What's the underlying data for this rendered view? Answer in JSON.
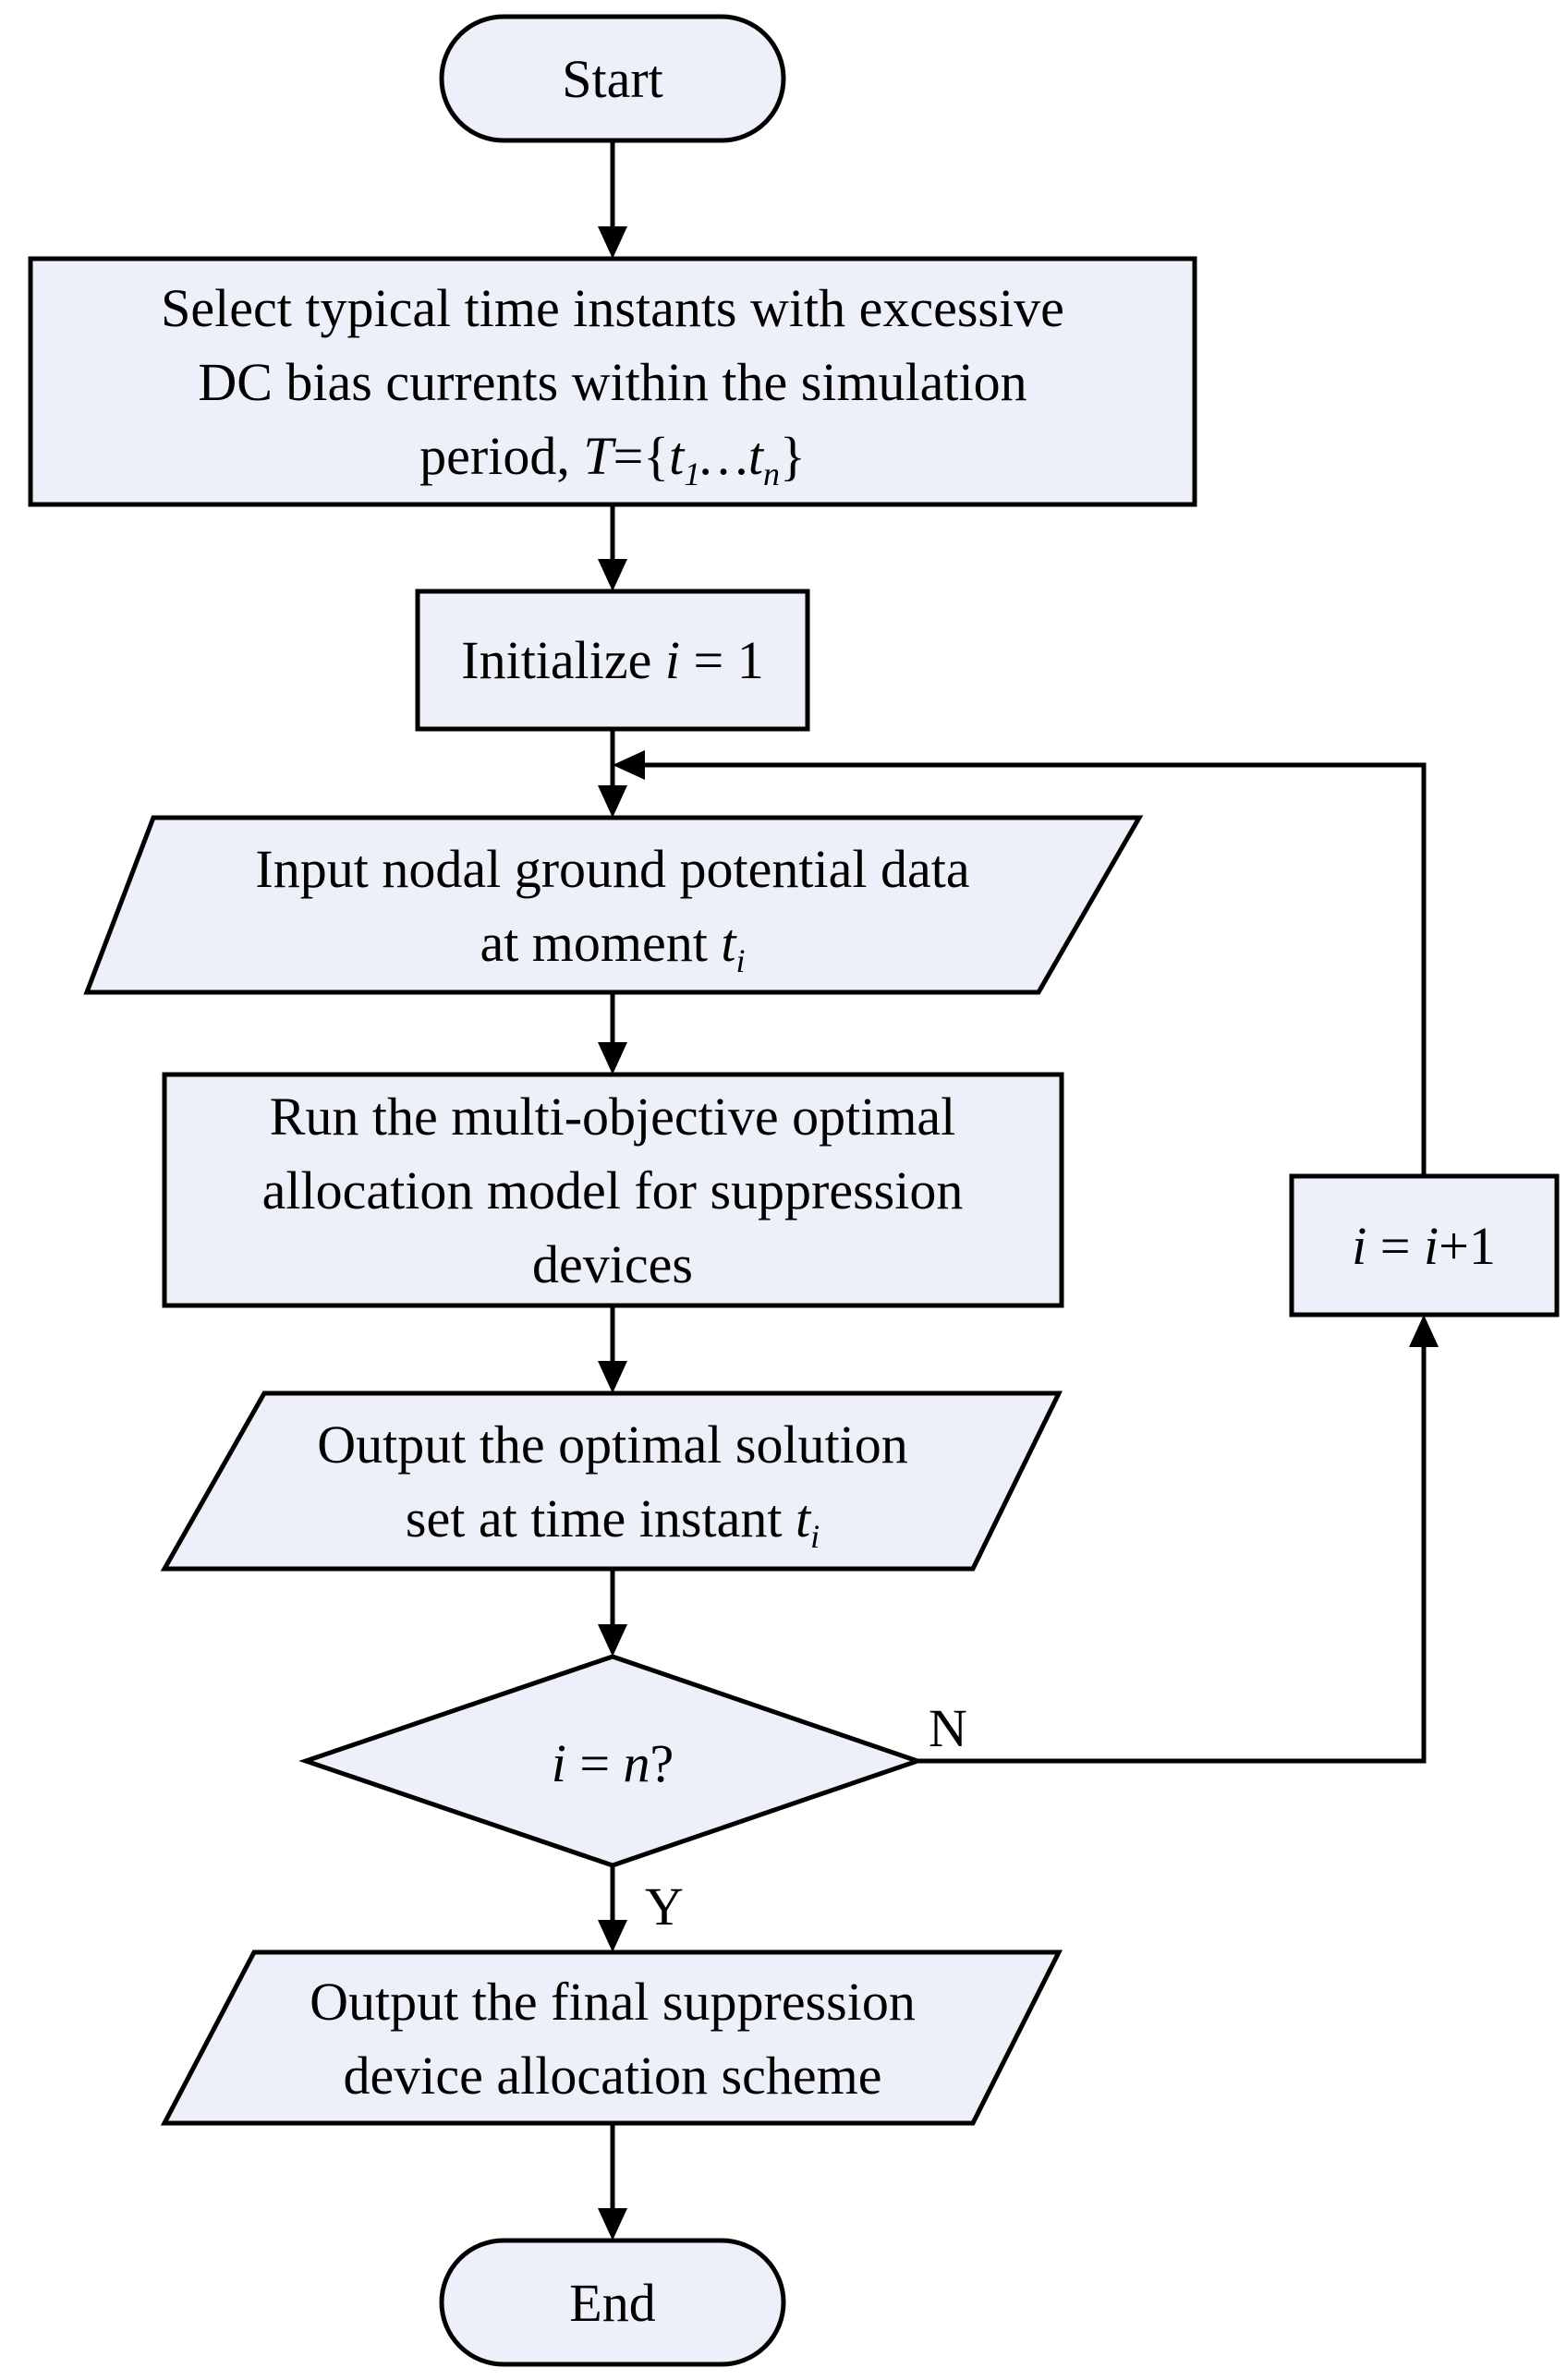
{
  "colors": {
    "box_fill": "#eef0f9",
    "stroke": "#000000",
    "background": "#ffffff"
  },
  "nodes": {
    "start": {
      "lines": [
        [
          {
            "t": "Start"
          }
        ]
      ]
    },
    "select": {
      "lines": [
        [
          {
            "t": "Select typical time instants with excessive"
          }
        ],
        [
          {
            "t": "DC bias currents within the simulation"
          }
        ],
        [
          {
            "t": "period, "
          },
          {
            "t": "T",
            "i": true
          },
          {
            "t": "={"
          },
          {
            "t": "t",
            "i": true
          },
          {
            "t": "1",
            "i": true,
            "sub": true
          },
          {
            "t": "…",
            "i": true
          },
          {
            "t": "t",
            "i": true
          },
          {
            "t": "n",
            "i": true,
            "sub": true
          },
          {
            "t": "}"
          }
        ]
      ]
    },
    "init": {
      "lines": [
        [
          {
            "t": "Initialize "
          },
          {
            "t": "i",
            "i": true
          },
          {
            "t": " = 1"
          }
        ]
      ]
    },
    "input": {
      "lines": [
        [
          {
            "t": "Input nodal ground potential data"
          }
        ],
        [
          {
            "t": "at moment "
          },
          {
            "t": "t",
            "i": true
          },
          {
            "t": "i",
            "i": true,
            "sub": true
          }
        ]
      ]
    },
    "run": {
      "lines": [
        [
          {
            "t": "Run the multi-objective optimal"
          }
        ],
        [
          {
            "t": "allocation model for suppression"
          }
        ],
        [
          {
            "t": "devices"
          }
        ]
      ]
    },
    "output_set": {
      "lines": [
        [
          {
            "t": "Output the optimal solution"
          }
        ],
        [
          {
            "t": "set at time instant "
          },
          {
            "t": "t",
            "i": true
          },
          {
            "t": "i",
            "i": true,
            "sub": true
          }
        ]
      ]
    },
    "decision": {
      "lines": [
        [
          {
            "t": "i",
            "i": true
          },
          {
            "t": " = "
          },
          {
            "t": "n",
            "i": true
          },
          {
            "t": "?"
          }
        ]
      ]
    },
    "increment": {
      "lines": [
        [
          {
            "t": "i",
            "i": true
          },
          {
            "t": " = "
          },
          {
            "t": "i",
            "i": true
          },
          {
            "t": "+1"
          }
        ]
      ]
    },
    "output_final": {
      "lines": [
        [
          {
            "t": "Output the final suppression"
          }
        ],
        [
          {
            "t": "device allocation scheme"
          }
        ]
      ]
    },
    "end": {
      "lines": [
        [
          {
            "t": "End"
          }
        ]
      ]
    }
  },
  "edges": {
    "no_label": "N",
    "yes_label": "Y"
  }
}
